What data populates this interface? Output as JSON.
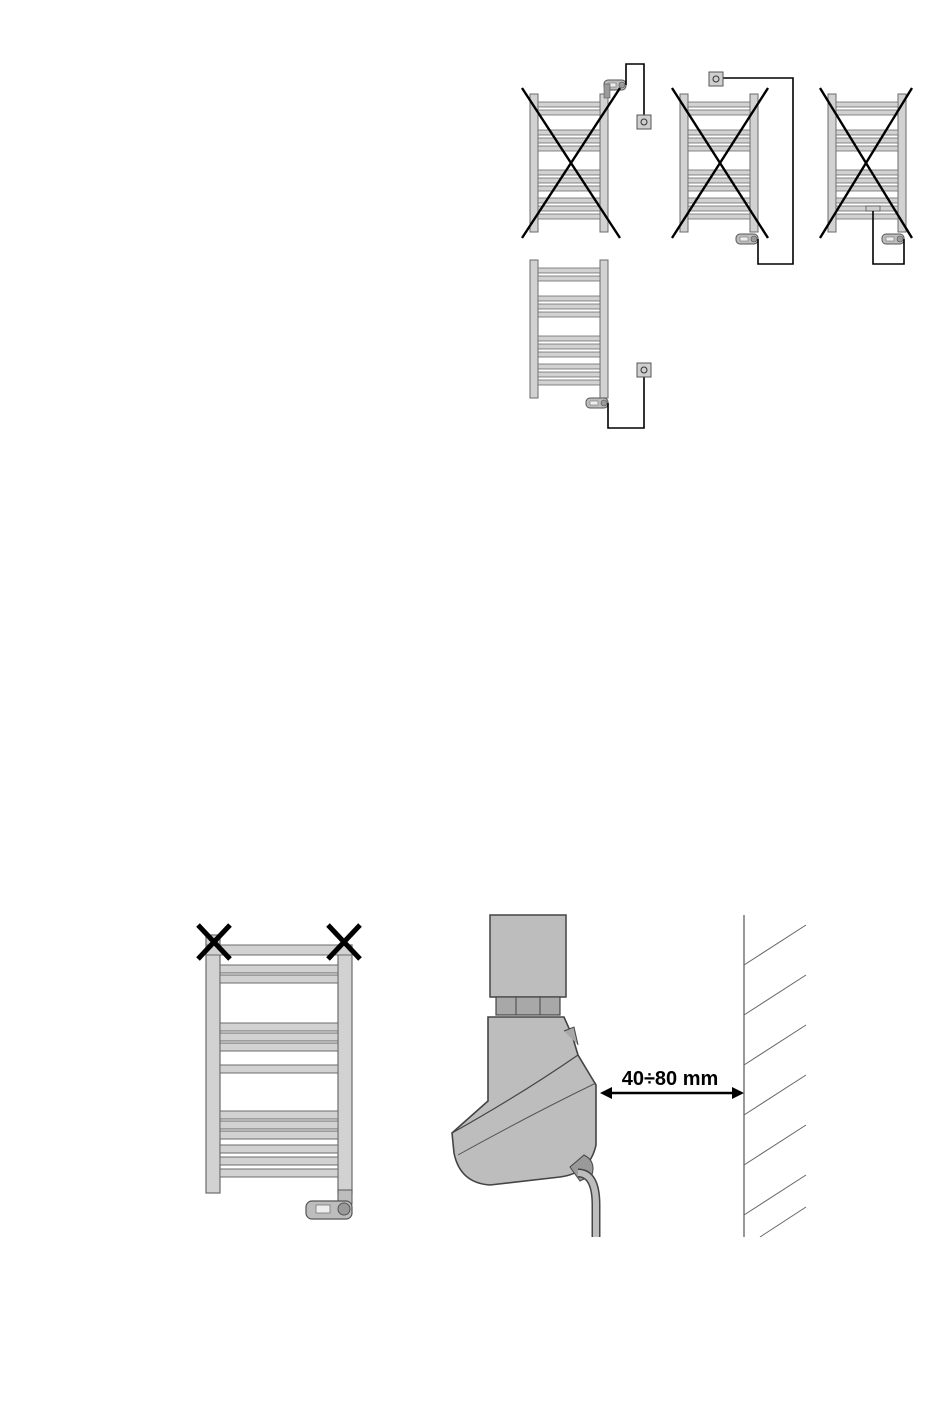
{
  "colors": {
    "radiator_fill": "#d2d2d2",
    "radiator_stroke": "#6b6b6b",
    "cross": "#000000",
    "wire": "#000000",
    "heater_fill": "#bdbdbd",
    "heater_dark": "#9a9a9a",
    "wall_hatch": "#666666"
  },
  "icons": {
    "prohibited_mark": "cross-icon",
    "socket": "socket-icon"
  },
  "top_figure": {
    "panels": [
      {
        "id": "incorrect-top-mount",
        "status": "incorrect"
      },
      {
        "id": "incorrect-bottom-mount-socket-high",
        "status": "incorrect"
      },
      {
        "id": "incorrect-bottom-mount-socket-low",
        "status": "incorrect"
      },
      {
        "id": "correct-bottom-mount",
        "status": "correct"
      }
    ]
  },
  "bottom_figure": {
    "distance_label": "40÷80 mm"
  }
}
